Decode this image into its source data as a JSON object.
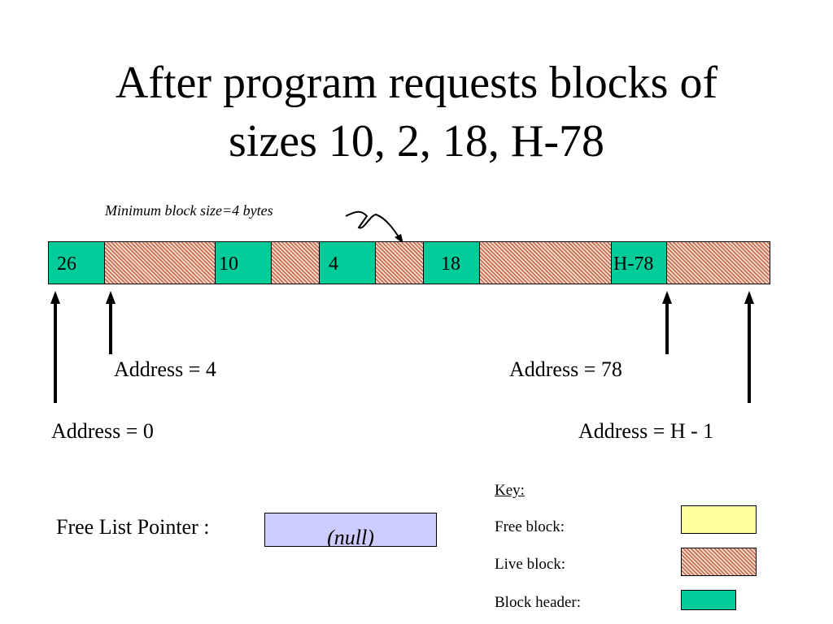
{
  "title": {
    "line1": "After program requests blocks of",
    "line2": "sizes 10, 2, 18, H-78"
  },
  "annotation": "Minimum block size=4 bytes",
  "memory": {
    "header_labels": [
      "26",
      "10",
      "4",
      "18",
      "H-78"
    ]
  },
  "addresses": {
    "addr_4": "Address = 4",
    "addr_78": "Address = 78",
    "addr_0": "Address = 0",
    "addr_h1": "Address = H - 1"
  },
  "free_list": {
    "label": "Free List Pointer :",
    "value": "(null)"
  },
  "key": {
    "title": "Key:",
    "free": "Free block:",
    "live": "Live block:",
    "header": "Block header:"
  },
  "colors": {
    "header": "#00cc99",
    "live": "#c2603e",
    "free": "#ffff99",
    "pointer_box": "#ccccff"
  }
}
